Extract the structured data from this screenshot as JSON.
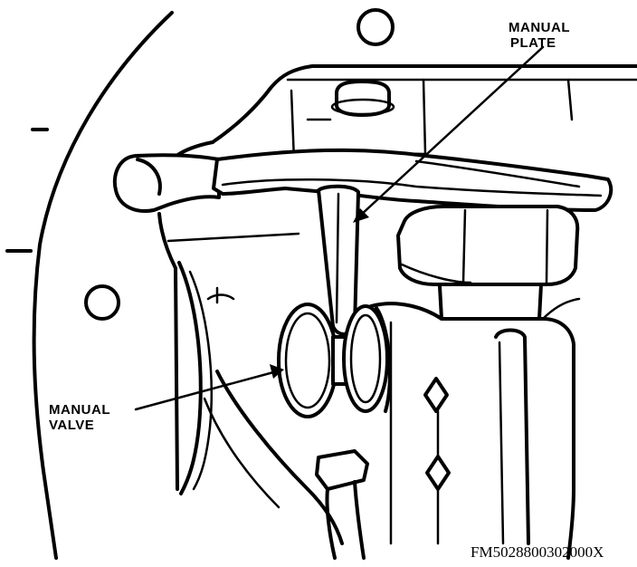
{
  "labels": {
    "manual_plate": [
      "MANUAL",
      "PLATE"
    ],
    "manual_valve": [
      "MANUAL",
      "VALVE"
    ]
  },
  "figure_code": "FM5028800302000X"
}
